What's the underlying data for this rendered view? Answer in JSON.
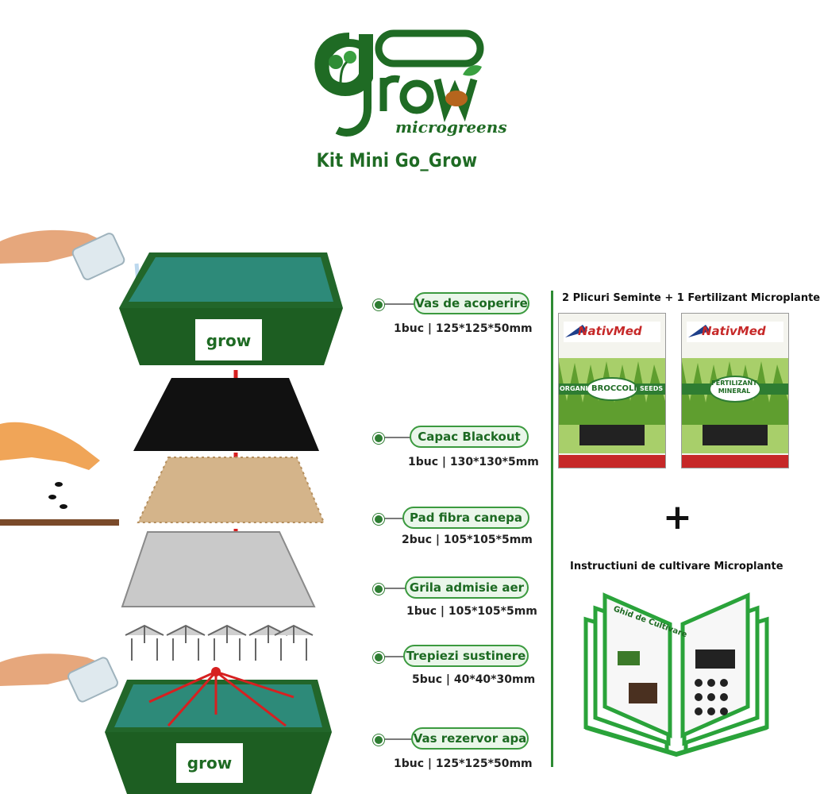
{
  "brand": {
    "logo_text": "grow",
    "logo_subtext": "microgreens",
    "title": "Kit Mini Go_Grow"
  },
  "components": [
    {
      "label": "Vas de acoperire",
      "spec": "1buc | 125*125*50mm"
    },
    {
      "label": "Capac Blackout",
      "spec": "1buc | 130*130*5mm"
    },
    {
      "label": "Pad fibra canepa",
      "spec": "2buc | 105*105*5mm"
    },
    {
      "label": "Grila admisie aer",
      "spec": "1buc | 105*105*5mm"
    },
    {
      "label": "Trepiezi sustinere",
      "spec": "5buc | 40*40*30mm"
    },
    {
      "label": "Vas rezervor apa",
      "spec": "1buc | 125*125*50mm"
    }
  ],
  "extras": {
    "heading": "2 Plicuri Seminte + 1 Fertilizant Microplante",
    "packets": [
      {
        "brand": "NativMed",
        "label": "BROCCOLI",
        "left_tag": "ORGANIC",
        "right_tag": "SEEDS"
      },
      {
        "brand": "NativMed",
        "label": "FERTILIZANT MINERAL",
        "left_tag": "",
        "right_tag": ""
      }
    ],
    "plus": "+",
    "guide_heading": "Instructiuni de cultivare Microplante",
    "guide_title": "Ghid de Cultivare"
  },
  "colors": {
    "brand_green": "#1f6b24",
    "tray_green": "#1d5e22",
    "arrow_red": "#d62020"
  }
}
